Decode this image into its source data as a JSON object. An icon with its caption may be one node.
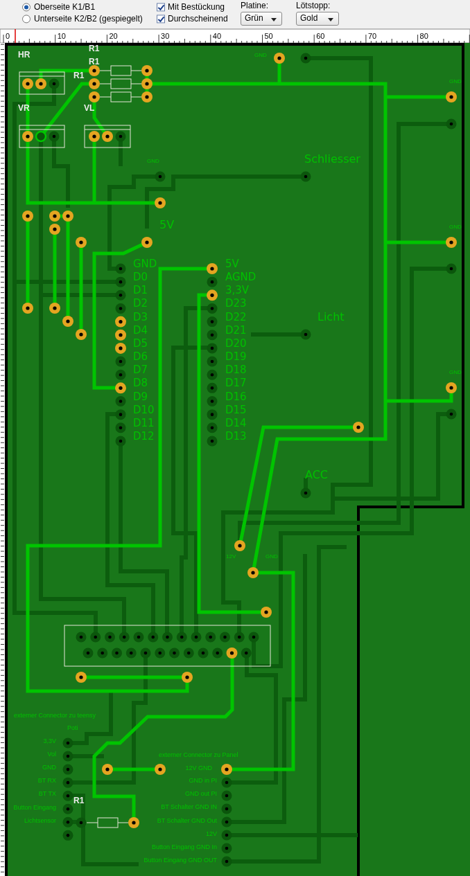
{
  "diagram": {
    "labels": [
      "Oberseite K1/B1",
      "Unterseite K2/B2 (gespiegelt)",
      "Mit Bestückung",
      "Durchscheinend",
      "Platine:",
      "Grün",
      "Lötstopp:",
      "Gold",
      "0",
      "10",
      "20",
      "30",
      "40",
      "50",
      "60",
      "70",
      "80",
      "HR",
      "R1",
      "R1",
      "R1",
      "VR",
      "VL",
      "GND",
      "GND",
      "GND",
      "Schliesser",
      "5V",
      "GND",
      "GND",
      "D0",
      "D1",
      "D2",
      "D3",
      "D4",
      "D5",
      "D6",
      "D7",
      "D8",
      "D9",
      "D10",
      "D11",
      "D12",
      "5V",
      "AGND",
      "3,3V",
      "D23",
      "D22",
      "D21",
      "D20",
      "D19",
      "D18",
      "D17",
      "D16",
      "D15",
      "D14",
      "D13",
      "Licht",
      "GND",
      "ACC",
      "12V",
      "GND",
      "externer Connector zu teensy",
      "Poti",
      "3,3V",
      "Vol",
      "GND",
      "BT RX",
      "BT TX",
      "Button Eingang",
      "Lichtsensor",
      "R1",
      "externer Connector zu Panel",
      "12V GND",
      "GND in PI",
      "GND out PI",
      "BT Schalter GND IN",
      "BT Schalter GND Out",
      "12V",
      "Button Eingang GND In",
      "Button Eingang GND OUT"
    ]
  }
}
